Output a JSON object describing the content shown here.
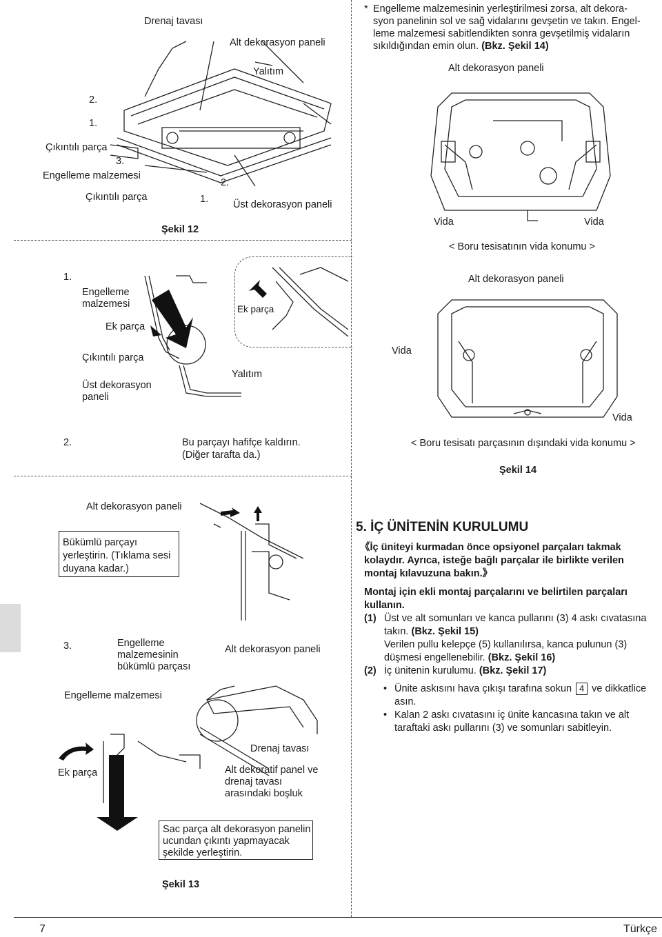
{
  "fig12": {
    "label_drain_pan": "Drenaj tavası",
    "label_lower_panel": "Alt dekorasyon paneli",
    "label_insulation": "Yalıtım",
    "label_2a": "2.",
    "label_1a": "1.",
    "label_protrusion1": "Çıkıntılı parça",
    "label_3": "3.",
    "label_blocking": "Engelleme malzemesi",
    "label_2b": "2.",
    "label_protrusion2": "Çıkıntılı parça",
    "label_1b": "1.",
    "label_upper_panel": "Üst dekorasyon paneli",
    "caption": "Şekil 12"
  },
  "step1": {
    "num": "1.",
    "blocking": "Engelleme",
    "blocking2": "malzemesi",
    "ek_parca": "Ek parça",
    "ek_parca_inset": "Ek parça",
    "protrusion": "Çıkıntılı parça",
    "upper_panel": "Üst dekorasyon",
    "upper_panel2": "paneli",
    "insulation": "Yalıtım"
  },
  "step2": {
    "num": "2.",
    "lift1": "Bu parçayı hafifçe kaldırın.",
    "lift2": "(Diğer tarafta da.)",
    "lower_panel": "Alt dekorasyon paneli",
    "insert1": "Bükümlü parçayı",
    "insert2": "yerleştirin. (Tıklama sesi",
    "insert3": "duyana kadar.)"
  },
  "step3": {
    "num": "3.",
    "bent1": "Engelleme",
    "bent2": "malzemesinin",
    "bent3": "bükümlü parçası",
    "lower_panel": "Alt dekorasyon paneli",
    "blocking": "Engelleme malzemesi",
    "drain_pan": "Drenaj tavası",
    "ek_parca": "Ek parça",
    "gap1": "Alt dekoratif panel ve",
    "gap2": "drenaj tavası",
    "gap3": "arasındaki boşluk",
    "sheet1": "Sac parça alt dekorasyon panelin",
    "sheet2": "ucundan çıkıntı yapmayacak",
    "sheet3": "şekilde yerleştirin.",
    "caption": "Şekil 13"
  },
  "right_note": {
    "star": "*",
    "line1": "Engelleme malzemesinin yerleştirilmesi zorsa, alt dekora-",
    "line2": "syon panelinin sol ve sağ vidalarını gevşetin ve takın. Engel-",
    "line3": "leme malzemesi sabitlendikten sonra gevşetilmiş vidaların",
    "line4a": "sıkıldığından emin olun. ",
    "line4b": "(Bkz. Şekil 14)"
  },
  "fig14": {
    "top_panel": "Alt dekorasyon paneli",
    "vida_left": "Vida",
    "vida_right": "Vida",
    "top_caption": "< Boru tesisatının vida konumu >",
    "bottom_panel": "Alt dekorasyon paneli",
    "vida_b1": "Vida",
    "vida_b2": "Vida",
    "bottom_caption": "< Boru tesisatı parçasının dışındaki vida konumu >",
    "caption": "Şekil 14"
  },
  "section5": {
    "title": "5.   İÇ ÜNİTENİN KURULUMU",
    "b1": "《İç üniteyi kurmadan önce opsiyonel parçaları takmak",
    "b2": "kolaydır. Ayrıca, isteğe bağlı parçalar ile birlikte verilen",
    "b3": "montaj kılavuzuna bakın.》",
    "m1": "Montaj için ekli montaj parçalarını ve belirtilen parçaları",
    "m2": "kullanın.",
    "s1_num": "(1)",
    "s1_a": "Üst ve alt somunları ve kanca pullarını (3) 4 askı cıvatasına",
    "s1_b": "takın. ",
    "s1_b_ref": "(Bkz. Şekil 15)",
    "s1_c": "Verilen pullu kelepçe (5) kullanılırsa, kanca pulunun (3)",
    "s1_d": "düşmesi engellenebilir. ",
    "s1_d_ref": "(Bkz. Şekil 16)",
    "s2_num": "(2)",
    "s2_a": "İç ünitenin kurulumu. ",
    "s2_a_ref": "(Bkz. Şekil 17)",
    "bul1_a": "Ünite askısını hava çıkışı tarafına sokun",
    "bul1_box": "4",
    "bul1_b": "ve dikkatlice",
    "bul1_c": "asın.",
    "bul2_a": "Kalan 2 askı cıvatasını iç ünite kancasına takın ve alt",
    "bul2_b": "taraftaki askı pullarını (3) ve somunları sabitleyin."
  },
  "footer": {
    "page": "7",
    "lang": "Türkçe"
  }
}
